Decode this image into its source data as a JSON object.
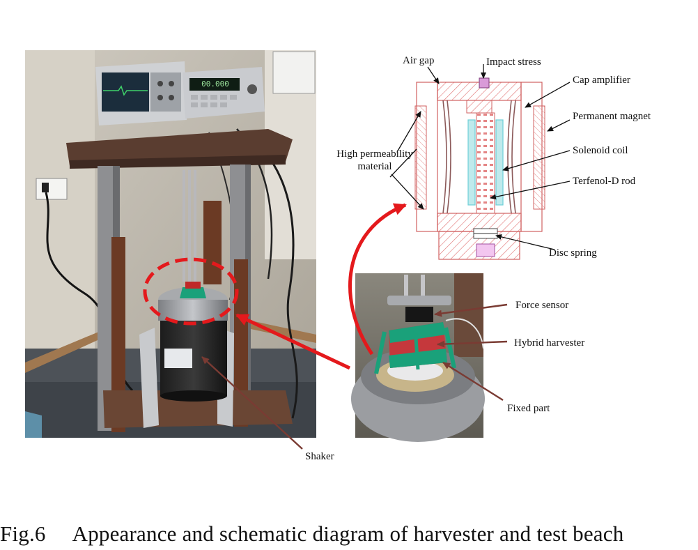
{
  "labels": {
    "air_gap": "Air gap",
    "impact_stress": "Impact stress",
    "cap_amplifier": "Cap amplifier",
    "permanent_magnet": "Permanent magnet",
    "high_permeability_1": "High permeability",
    "high_permeability_2": "material",
    "solenoid_coil": "Solenoid coil",
    "terfenol_rod": "Terfenol-D rod",
    "disc_spring": "Disc spring",
    "force_sensor": "Force sensor",
    "hybrid_harvester": "Hybrid harvester",
    "fixed_part": "Fixed part",
    "shaker": "Shaker"
  },
  "oscilloscope_readout": "00.000",
  "caption": {
    "number": "Fig.6",
    "text": "Appearance and schematic diagram of harvester and test beach"
  },
  "colors": {
    "highlight_red": "#e4191c",
    "pointer_brown": "#7a3b33",
    "hatch_red": "#e06a6a",
    "coil_cyan": "#6fd0d8",
    "harvester_green": "#1aa17a"
  }
}
